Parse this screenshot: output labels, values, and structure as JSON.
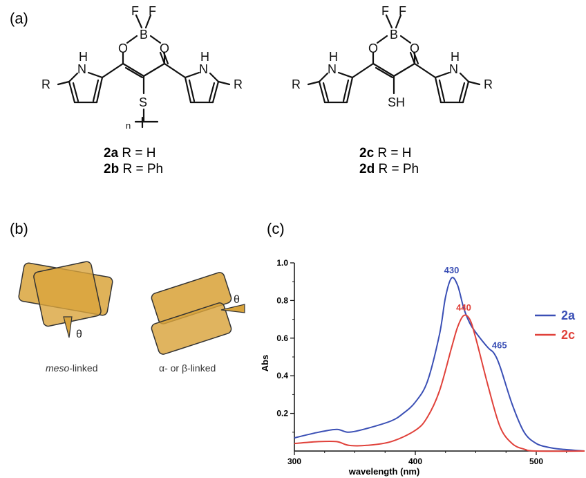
{
  "panels": {
    "a": "(a)",
    "b": "(b)",
    "c": "(c)"
  },
  "structures": {
    "left": {
      "atoms": {
        "F1": "F",
        "F2": "F",
        "B": "B",
        "O1": "O",
        "O2": "O",
        "NH1": "H",
        "N1": "N",
        "NH2": "H",
        "N2": "N",
        "R1": "R",
        "R2": "R",
        "S": "S",
        "n": "n"
      },
      "lines": [
        {
          "id": "2a",
          "sub": "R = H"
        },
        {
          "id": "2b",
          "sub": "R = Ph"
        }
      ]
    },
    "right": {
      "atoms": {
        "F1": "F",
        "F2": "F",
        "B": "B",
        "O1": "O",
        "O2": "O",
        "NH1": "H",
        "N1": "N",
        "NH2": "H",
        "N2": "N",
        "R1": "R",
        "R2": "R",
        "SH": "SH"
      },
      "lines": [
        {
          "id": "2c",
          "sub": "R = H"
        },
        {
          "id": "2d",
          "sub": "R = Ph"
        }
      ]
    }
  },
  "panel_b": {
    "theta": "θ",
    "meso_italic": "meso",
    "meso_rest": "-linked",
    "alpha_beta": "α- or β-linked",
    "fill_color": "#d9a43c"
  },
  "chart_data": {
    "type": "line",
    "xlabel": "wavelength (nm)",
    "ylabel": "Abs",
    "xlim": [
      300,
      540
    ],
    "ylim": [
      0.0,
      1.0
    ],
    "xticks": [
      "300",
      "400",
      "500"
    ],
    "yticks": [
      "0.2",
      "0.4",
      "0.6",
      "0.8",
      "1.0"
    ],
    "series": [
      {
        "name": "2a",
        "color": "#3a4fb5",
        "x": [
          300,
          320,
          335,
          345,
          360,
          380,
          390,
          400,
          410,
          420,
          425,
          430,
          435,
          440,
          445,
          450,
          460,
          465,
          470,
          480,
          490,
          500,
          510,
          520,
          540
        ],
        "y": [
          0.07,
          0.1,
          0.115,
          0.1,
          0.12,
          0.16,
          0.2,
          0.26,
          0.37,
          0.62,
          0.82,
          0.92,
          0.88,
          0.76,
          0.68,
          0.63,
          0.55,
          0.52,
          0.45,
          0.25,
          0.1,
          0.04,
          0.02,
          0.01,
          0.0
        ]
      },
      {
        "name": "2c",
        "color": "#e0413a",
        "x": [
          300,
          320,
          335,
          345,
          360,
          380,
          400,
          410,
          420,
          430,
          435,
          440,
          445,
          450,
          460,
          470,
          480,
          490,
          500,
          540
        ],
        "y": [
          0.04,
          0.05,
          0.05,
          0.03,
          0.03,
          0.05,
          0.11,
          0.18,
          0.32,
          0.55,
          0.66,
          0.72,
          0.7,
          0.6,
          0.35,
          0.13,
          0.04,
          0.01,
          0.0,
          0.0
        ]
      }
    ],
    "annotations": [
      {
        "text": "430",
        "x": 430,
        "y": 0.92,
        "color": "#3a4fb5"
      },
      {
        "text": "440",
        "x": 440,
        "y": 0.72,
        "color": "#e0413a"
      },
      {
        "text": "465",
        "x": 465,
        "y": 0.52,
        "color": "#3a4fb5"
      }
    ],
    "legend": "right"
  }
}
